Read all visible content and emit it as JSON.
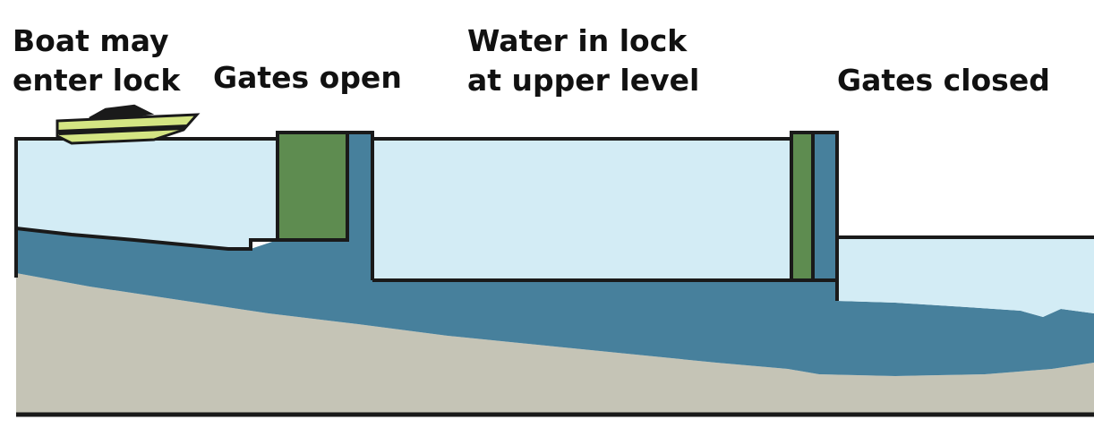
{
  "labels": {
    "boat_may_enter_lock_line1": "Boat may",
    "boat_may_enter_lock_line2": "enter lock",
    "gates_open": "Gates open",
    "water_in_lock_line1": "Water in lock",
    "water_in_lock_line2": "at upper level",
    "gates_closed": "Gates closed"
  },
  "colors": {
    "upper_water": "#d3ecf5",
    "deep_water": "#47809c",
    "ground": "#c5c4b6",
    "gate": "#5e8c50",
    "boat_hull": "#d4e583",
    "outline": "#1a1a1a"
  }
}
